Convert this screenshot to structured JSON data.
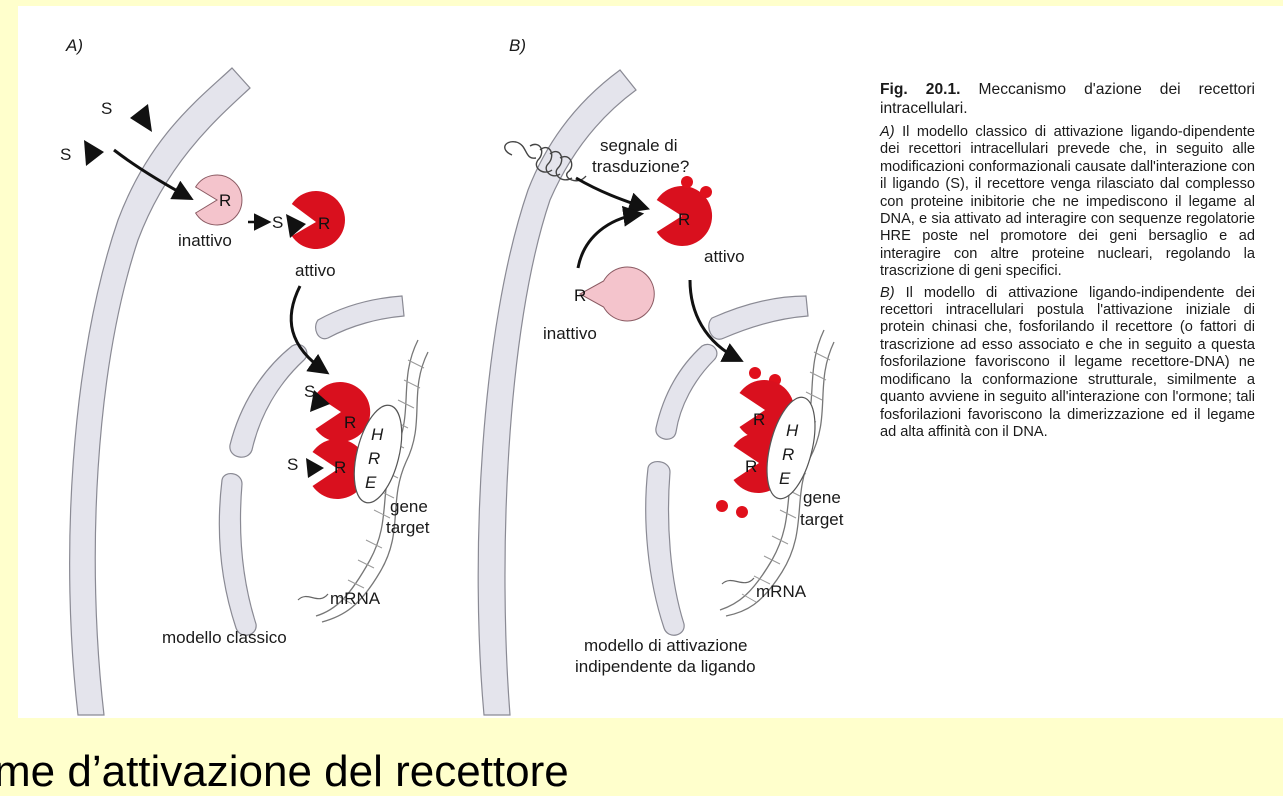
{
  "panels": {
    "a": {
      "letter": "A)",
      "ligand_s_top": "S",
      "ligand_s_left": "S",
      "receptor_letter": "R",
      "inactive_label": "inattivo",
      "active_label": "attivo",
      "dimer_s_top": "S",
      "dimer_s_bottom": "S",
      "hre": [
        "H",
        "R",
        "E"
      ],
      "gene_label_1": "gene",
      "gene_label_2": "target",
      "mrna_label": "mRNA",
      "model_caption": "modello classico"
    },
    "b": {
      "letter": "B)",
      "signal_label_1": "segnale di",
      "signal_label_2": "trasduzione?",
      "receptor_letter": "R",
      "inactive_label": "inattivo",
      "active_label": "attivo",
      "hre": [
        "H",
        "R",
        "E"
      ],
      "gene_label_1": "gene",
      "gene_label_2": "target",
      "mrna_label": "mRNA",
      "model_caption_1": "modello di attivazione",
      "model_caption_2": "indipendente da ligando"
    }
  },
  "caption": {
    "fig_number": "Fig. 20.1.",
    "fig_title": "Meccanismo d'azione dei recettori intracellulari.",
    "a_letter": "A)",
    "a_text": "Il modello classico di attivazione ligando-dipendente dei recettori intracellulari prevede che, in seguito alle modificazioni conformazionali causate dall'interazione con il ligando (S), il recettore venga rilasciato dal complesso con proteine inibitorie che ne impediscono il legame al DNA, e sia attivato ad interagire con sequenze regolatorie HRE poste nel promotore dei geni bersaglio e ad interagire con altre proteine nucleari, regolando la trascrizione di geni specifici.",
    "b_letter": "B)",
    "b_text": "Il modello di attivazione ligando-indipendente dei recettori intracellulari postula l'attivazione iniziale di protein chinasi che, fosforilando il recettore (o fattori di trascrizione ad esso associato e che in seguito a questa fosforilazione favoriscono il legame recettore-DNA) ne modificano la conformazione strutturale, similmente a quanto avviene in seguito all'interazione con l'ormone; tali fosforilazioni favoriscono la dimerizzazione ed il legame ad alta affinità con il DNA."
  },
  "slide_title": "me d’attivazione del recettore",
  "colors": {
    "background": "#ffffcc",
    "receptor_active": "#d9101e",
    "receptor_inactive": "#f4c4cc",
    "membrane_fill": "#e4e4ec",
    "membrane_stroke": "#8a8a94",
    "phosphate": "#e0101c"
  }
}
